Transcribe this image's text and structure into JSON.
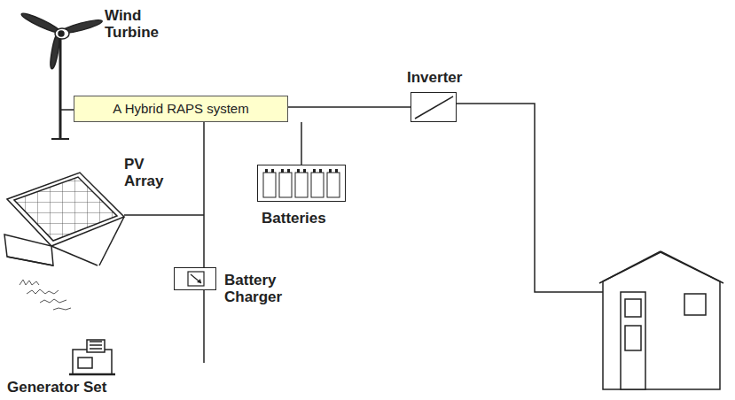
{
  "diagram": {
    "nodes": [
      {
        "text": [
          "A Hybrid RAPS system"
        ]
      },
      {
        "text": [
          "Inverter"
        ]
      },
      {
        "text": [
          "Batteries"
        ]
      },
      {
        "text": [
          "Battery Charger"
        ]
      }
    ],
    "edges": [
      {
        "from": 3,
        "to": 0,
        "arrow": "none"
      },
      {
        "from": 0,
        "to": 1,
        "arrow": "none"
      },
      {
        "from": 2,
        "to": 1,
        "arrow": "none"
      }
    ],
    "labels": [
      "Wind Turbine",
      "PV Array",
      "Generator Set"
    ]
  }
}
